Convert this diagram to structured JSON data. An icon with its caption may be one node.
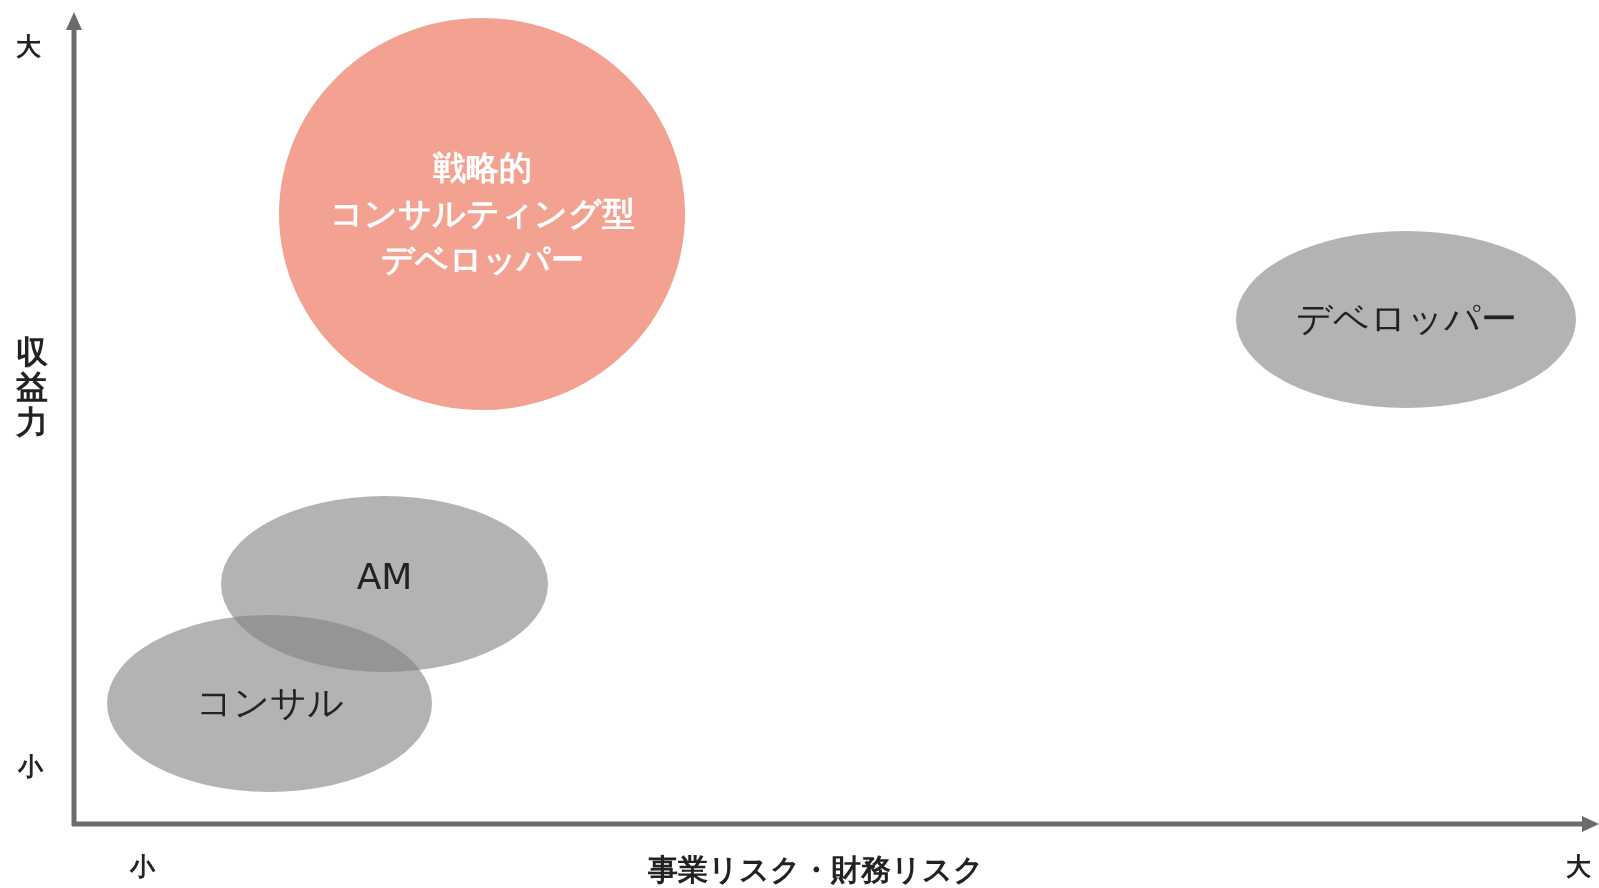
{
  "diagram": {
    "nodes": [
      {
        "text": [
          "戦略的",
          "コンサルティング型",
          "デベロッパー"
        ]
      },
      {
        "text": [
          "デベロッパー"
        ]
      },
      {
        "text": [
          "AM"
        ]
      },
      {
        "text": [
          "コンサル"
        ]
      }
    ],
    "labels": [
      "大",
      "収益力",
      "小",
      "小",
      "事業リスク・財務リスク",
      "大"
    ]
  }
}
